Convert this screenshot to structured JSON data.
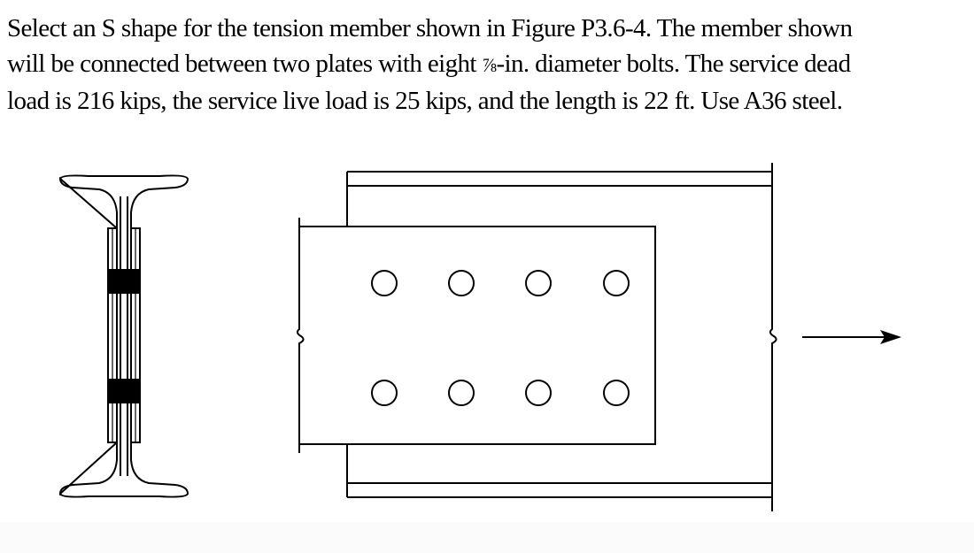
{
  "problem": {
    "line1": "Select an S shape for the tension member shown in Figure P3.6-4. The member shown",
    "line2_prefix": "will be connected between two plates with eight ",
    "line2_fraction": "⅞",
    "line2_suffix": "-in. diameter bolts. The service dead",
    "line3": "load is 216 kips, the service live load is 25 kips, and the length is 22 ft. Use A36 steel."
  },
  "figure": {
    "bolt_rows": 2,
    "bolt_columns": 4,
    "load_direction": "right",
    "colors": {
      "line": "#000000",
      "background": "#ffffff",
      "fill": "#000000"
    }
  }
}
